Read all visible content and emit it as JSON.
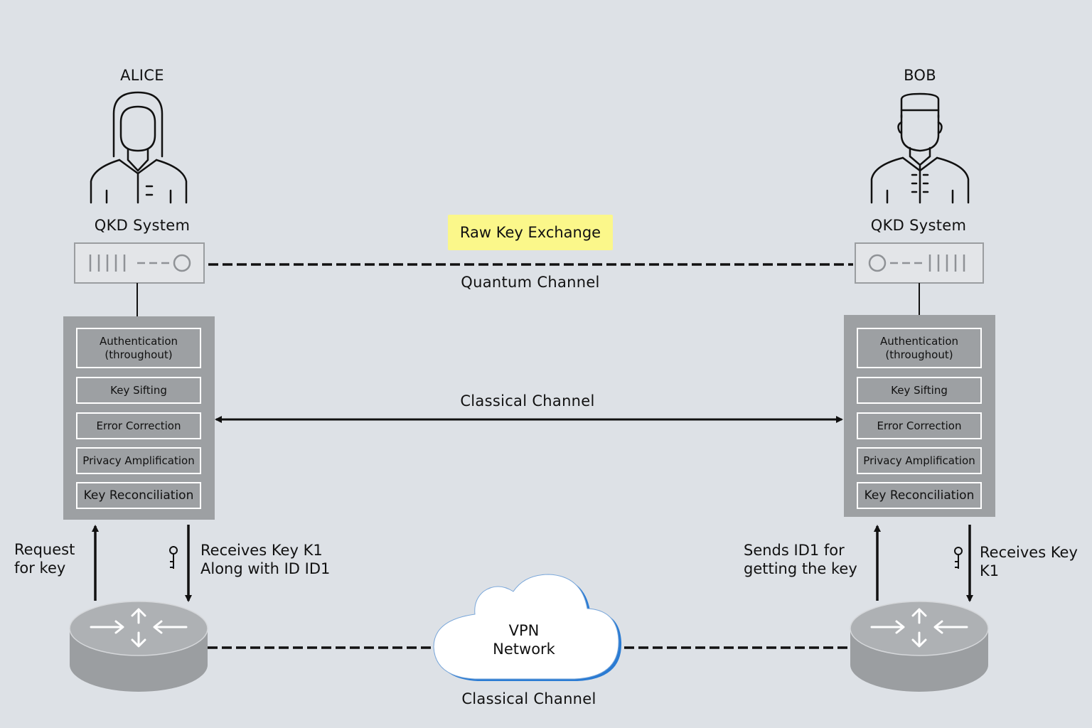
{
  "alice": {
    "name": "ALICE",
    "qkd_label": "QKD System",
    "steps": [
      "Authentication\n(throughout)",
      "Key Sifting",
      "Error Correction",
      "Privacy Amplification",
      "Key Reconciliation"
    ],
    "request_text": [
      "Request",
      "for key"
    ],
    "receives_text": [
      "Receives Key K1",
      "Along with ID ID1"
    ]
  },
  "bob": {
    "name": "BOB",
    "qkd_label": "QKD System",
    "steps": [
      "Authentication\n(throughout)",
      "Key Sifting",
      "Error Correction",
      "Privacy Amplification",
      "Key Reconciliation"
    ],
    "sends_text": [
      "Sends ID1 for",
      "getting the key"
    ],
    "receives_text": [
      "Receives Key",
      "K1"
    ]
  },
  "channels": {
    "raw_key_exchange": "Raw Key Exchange",
    "quantum_channel": "Quantum Channel",
    "classical_channel_top": "Classical Channel",
    "classical_channel_bottom": "Classical Channel"
  },
  "vpn": {
    "line1": "VPN",
    "line2": "Network"
  },
  "colors": {
    "background": "#dde1e6",
    "stack_gray": "#9da0a3",
    "highlight": "#fbf78a",
    "cloud_edge": "#2a7bd3"
  }
}
